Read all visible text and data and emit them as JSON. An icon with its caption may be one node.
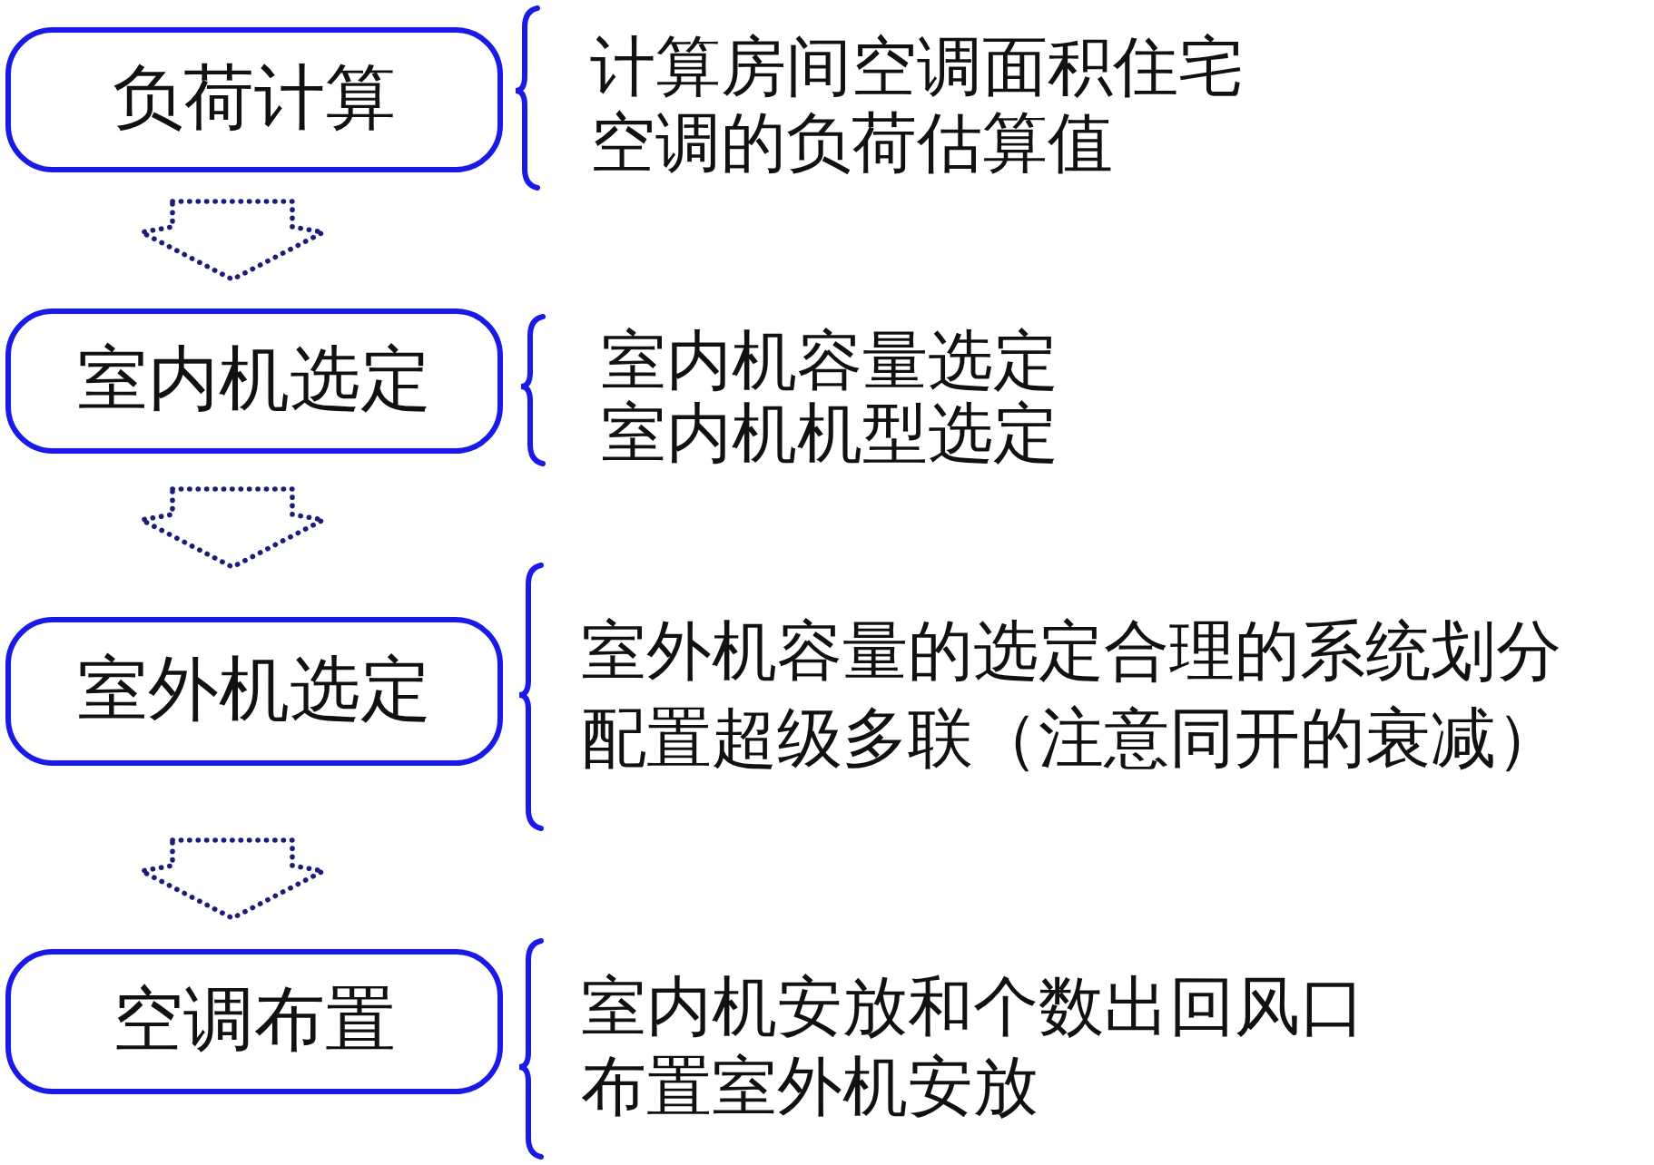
{
  "diagram": {
    "nodes": [
      {
        "text": [
          "负荷计算"
        ],
        "beside": [
          "计算房间空调面积住宅",
          "空调的负荷估算值"
        ]
      },
      {
        "text": [
          "室内机选定"
        ],
        "beside": [
          "室内机容量选定",
          "室内机机型选定"
        ]
      },
      {
        "text": [
          "室外机选定"
        ],
        "beside": [
          "室外机容量的选定合理的系统划分",
          "配置超级多联（注意同开的衰减）"
        ]
      },
      {
        "text": [
          "空调布置"
        ],
        "beside": [
          "室内机安放和个数出回风口",
          "布置室外机安放"
        ]
      }
    ],
    "edges": [
      {
        "from": 0,
        "to": 1,
        "arrow": "to",
        "style": "dashed"
      },
      {
        "from": 1,
        "to": 2,
        "arrow": "to",
        "style": "dashed"
      },
      {
        "from": 2,
        "to": 3,
        "arrow": "to",
        "style": "dashed"
      }
    ]
  }
}
